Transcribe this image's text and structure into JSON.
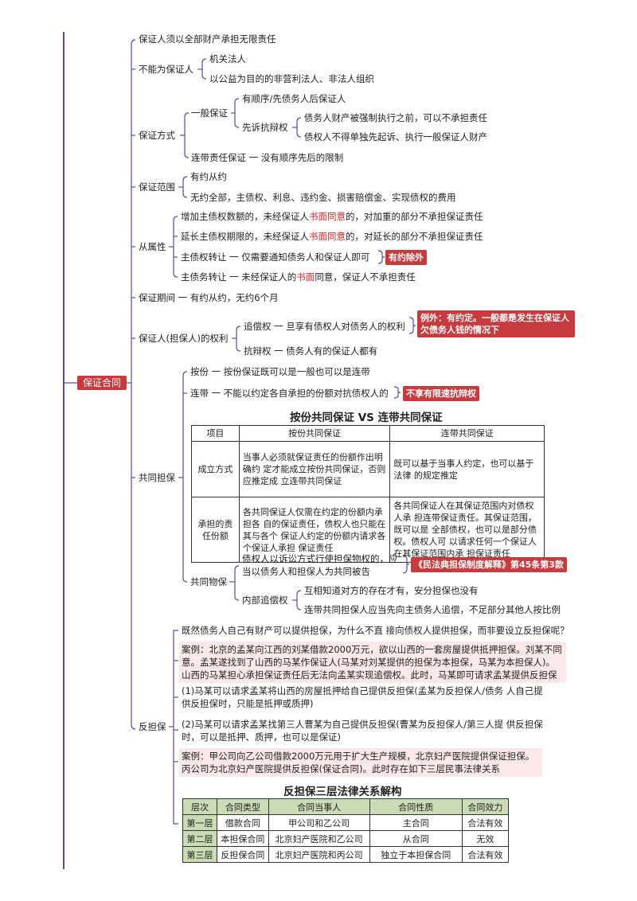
{
  "root": "保证合同",
  "nodes": {
    "n1": "保证人须以全部财产承担无限责任",
    "n2": "不能为保证人",
    "n2a": "机关法人",
    "n2b": "以公益为目的的非营利法人、非法人组织",
    "n3": "保证方式",
    "n3a": "一般保证",
    "n3a1": "有顺序/先债务人后保证人",
    "n3a2": "先诉抗辩权",
    "n3a2a": "债务人财产被强制执行之前，可以不承担责任",
    "n3a2b": "债权人不得单独先起诉、执行一般保证人财产",
    "n3b": "连带责任保证 一 没有顺序先后的限制",
    "n4": "保证范围",
    "n4a": "有约从约",
    "n4b": "无约全部，主债权、利息、违约金、损害赔偿金、实现债权的费用",
    "n5": "从属性",
    "n5a_1": "增加主债权数额的，未经保证人",
    "n5a_hl": "书面同意",
    "n5a_2": "的，对加重的部分不承担保证责任",
    "n5b_1": "延长主债权期限的，未经保证人",
    "n5b_hl": "书面同意",
    "n5b_2": "的，对延长的部分不承担保证责任",
    "n5c": "主债权转让 一 仅需要通知债务人和保证人即可",
    "n5c_tag": "有约除外",
    "n5d_1": "主债务转让 一 未经保证人的",
    "n5d_hl": "书面",
    "n5d_2": "同意，保证人不承担责任",
    "n6": "保证期间 一 有约从约，无约6个月",
    "n7": "保证人(担保人)的权利",
    "n7a": "追偿权 一 旦享有债权人对债务人的权利",
    "n7a_tag": "例外：有约定。一般都是发生在保证人欠债务人钱的情况下",
    "n7b": "抗辩权 一 债务人有的保证人都有",
    "n8": "共同担保",
    "n8a": "按份 一 按份保证既可以是一般也可以是连带",
    "n8b": "连带 一 不能以约定各自承担的份额对抗债权人的",
    "n8b_tag": "不享有限速抗辩权",
    "n8c": "共同物保",
    "n8c1": "债权人以诉讼方式行使担保物权的，应当以债务人和担保人为共同被告",
    "n8c1_tag": "《民法典担保制度解释》第45条第3款",
    "n8c2": "内部追偿权",
    "n8c2a": "互相知道对方的存在才有，安分担保也没有",
    "n8c2b": "连带共同担保人应当先向主债务人追偿，不足部分其他人按比例",
    "n9": "反担保",
    "n9a": "既然债务人自己有财产可以提供担保，为什么不直 接向债权人提供担保，而非要设立反担保呢？",
    "n9_case1": "案例：北京的孟某向江西的刘某借款2000万元，欲以山西的一套房屋提供抵押担保。刘某不同意。孟某遂找到了山西的马某作保证人(马某对刘某提供的担保为本担保，马某为本担保人)。山西的马某担心承担保证责任后无法向孟某实现追偿权。此时，马某即可请求孟某提供反担保",
    "n9b": "(1)马某可以请求孟某将山西的房屋抵押给自己提供反担保(孟某为反担保人/债务 人自己提供反担保时，只能是抵押或质押)",
    "n9c": "(2)马某可以请求孟某找第三人曹某为自己提供反担保(曹某为反担保人/第三人提 供反担保时，可以是抵押、质押，也可以是保证)",
    "n9_case2": "案例：甲公司向乙公司借款2000万元用于扩大生产规模，北京妇产医院提供保证担保。丙公司为北京妇产医院提供反担保(保证合同)。此时存在如下三层民事法律关系"
  },
  "table1": {
    "title": "按份共同保证 VS 连带共同保证",
    "headers": [
      "项目",
      "按份共同保证",
      "连带共同保证"
    ],
    "rows": [
      [
        "成立方式",
        "当事人必须就保证责任的份额作出明确约 定才能成立按份共同保证，否则应推定成 立连带共同保证",
        "既可以基于当事人约定，也可以基于法律 的规定推定"
      ],
      [
        "承担的责任份额",
        "各共同保证人仅需在约定的份额内承担各 自的保证责任，债权人也只能在其与各个 保证人约定的份额内请求各个保证人承担 保证责任",
        "各共同保证人在其保证范围内对债权人承 担连带保证责任。其保证范围，既可以是 全部债权，也可以是部分债权。债权人可 以请求任何一个保证人在其保证范围内承 担保证责任"
      ]
    ]
  },
  "table2": {
    "title": "反担保三层法律关系解构",
    "headers": [
      "层次",
      "合同类型",
      "合同当事人",
      "合同性质",
      "合同效力"
    ],
    "rows": [
      [
        "第一层",
        "借款合同",
        "甲公司和乙公司",
        "主合同",
        "合法有效"
      ],
      [
        "第二层",
        "本担保合同",
        "北京妇产医院和乙公司",
        "从合同",
        "无效"
      ],
      [
        "第三层",
        "反担保合同",
        "北京妇产医院和丙公司",
        "独立于本担保合同",
        "合法有效"
      ]
    ]
  },
  "colors": {
    "accent": "#c73a3d",
    "line": "#5b4c9e",
    "case_bg": "#fbe9e9",
    "table_head": "#c9dcb6"
  }
}
